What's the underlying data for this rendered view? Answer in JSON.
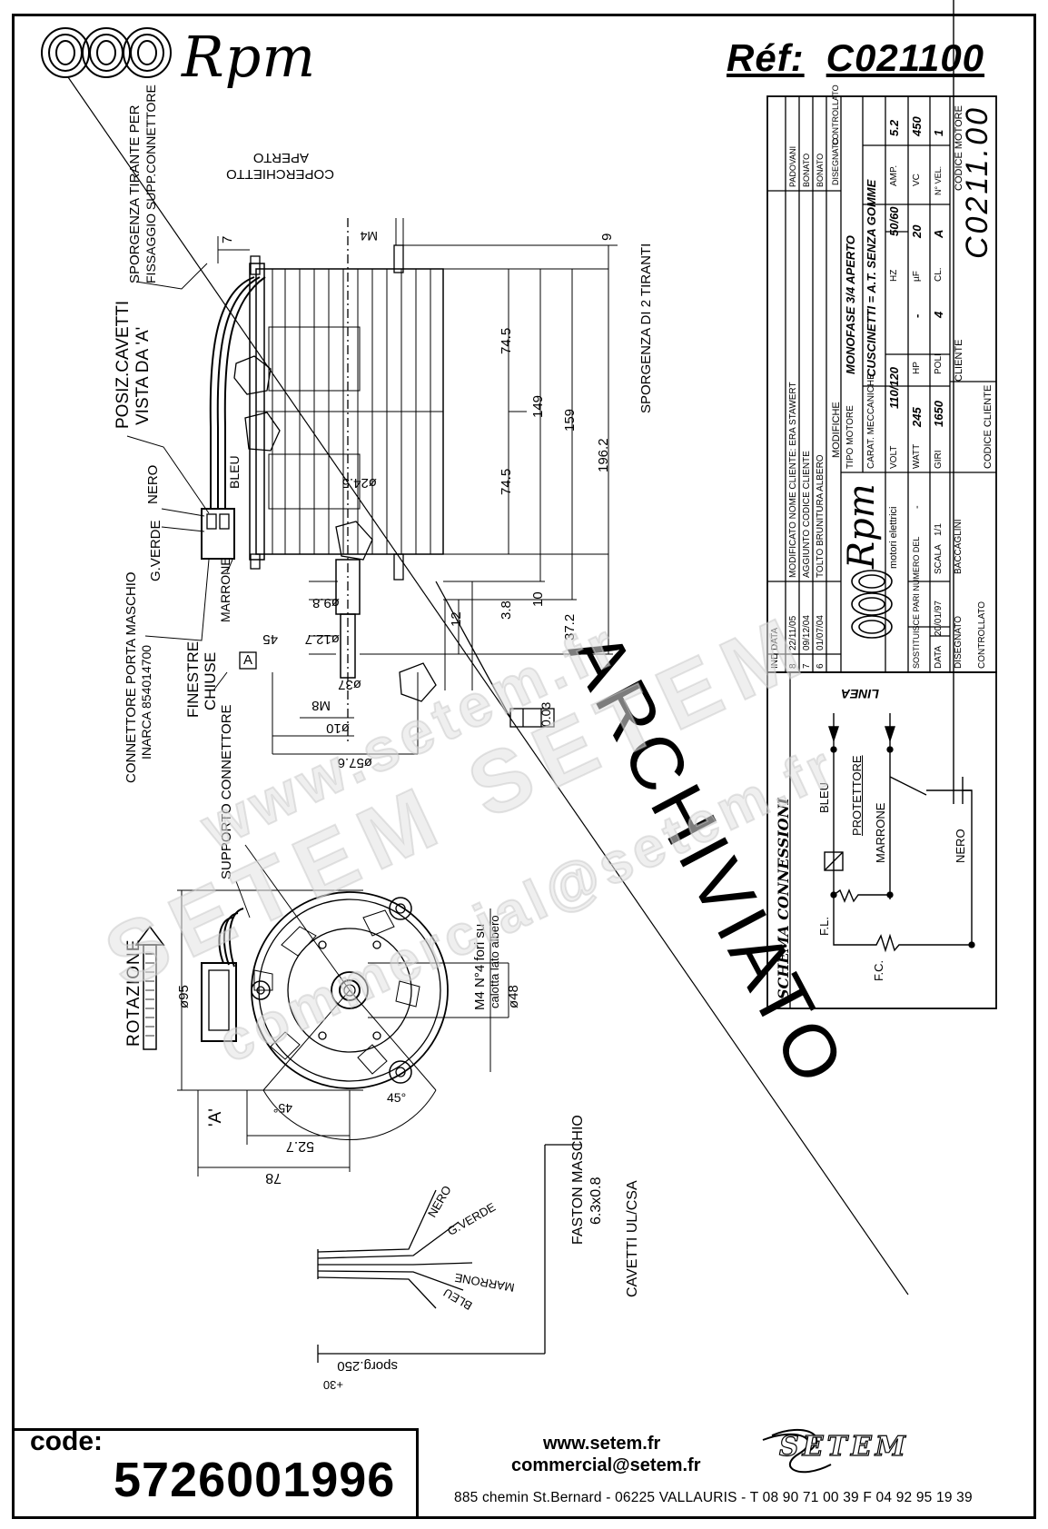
{
  "header": {
    "brand": "Rpm",
    "ref_label": "Réf:",
    "ref_value": "C021100"
  },
  "drawing": {
    "archive_stamp": "ARCHIVIATO",
    "labels": {
      "sporgenza_tirante": "SPORGENZA TIRANTE PER",
      "fissaggio": "FISSAGGIO SUPP.CONNETTORE",
      "posiz_cavetti": "POSIZ.CAVETTI",
      "vista_da": "VISTA DA 'A'",
      "nero": "NERO",
      "g_verde": "G.VERDE",
      "marrone": "MARRONE",
      "bleu": "BLEU",
      "coperchietto": "COPERCHIETTO",
      "aperto": "APERTO",
      "connettore": "CONNETTORE PORTA MASCHIO",
      "inarca": "INARCA 854014700",
      "finestre": "FINESTRE",
      "chiuse": "CHIUSE",
      "supporto": "SUPPORTO CONNETTORE",
      "rotazione": "ROTAZIONE",
      "sporgenza_tiranti": "SPORGENZA DI 2 TIRANTI",
      "m4_fori": "M4 N°4 fori su",
      "calotta": "calotta lato albero",
      "faston": "FASTON MASCHIO",
      "faston_size": "6.3x0.8",
      "cavetti": "CAVETTI UL/CSA",
      "sporg": "sporg.250",
      "sporg_tol": "+30",
      "view_a": "'A'",
      "datum_a": "A",
      "tolerance": "0.03",
      "m4": "M4"
    },
    "dimensions": {
      "d745a": "74.5",
      "d745b": "74.5",
      "d149": "149",
      "d159": "159",
      "d1962": "196.2",
      "d38": "3.8",
      "d10": "10",
      "d372": "37.2",
      "d12": "12",
      "d7": "7",
      "d9": "9",
      "d45": "45",
      "d245": "ø24.5",
      "d98": "ø9.8",
      "d127": "ø12.7",
      "d37": "ø37",
      "d8": "M8",
      "d10s": "ø10",
      "d576": "ø57.6",
      "d95": "ø95",
      "d48": "ø48",
      "d527": "52.7",
      "d78": "78",
      "a45a": "45°",
      "a45b": "45°"
    }
  },
  "title_block": {
    "revisions": [
      {
        "ind": "8",
        "data": "22/11/05",
        "modifiche": "MODIFICATO NOME CLIENTE: ERA STAWERT",
        "disegnato": "PADOVANI"
      },
      {
        "ind": "7",
        "data": "09/12/04",
        "modifiche": "AGGIUNTO CODICE CLIENTE",
        "disegnato": "BONATO"
      },
      {
        "ind": "6",
        "data": "01/07/04",
        "modifiche": "TOLTO BRUNITURA ALBERO",
        "disegnato": "BONATO"
      }
    ],
    "headers": {
      "ind": "IND",
      "data": "DATA",
      "modifiche": "MODIFICHE",
      "disegnato": "DISEGNATO",
      "controllato": "CONTROLLATO"
    },
    "tipo_motore_label": "TIPO MOTORE",
    "tipo_motore": "MONOFASE 3/4 APERTO",
    "carat_label": "CARAT. MECCANICHE",
    "carat": "CUSCINETTI = A.T. SENZA GOMME",
    "specs": [
      {
        "label": "VOLT",
        "value": "110/120",
        "label2": "HZ",
        "value2": "50/60",
        "label3": "AMP.",
        "value3": "5.2"
      },
      {
        "label": "WATT",
        "value": "245",
        "label2": "HP",
        "value2": "-",
        "label3": "µF",
        "value3": "20",
        "label4": "VC",
        "value4": "450"
      },
      {
        "label": "GIRI",
        "value": "1650",
        "label2": "POLI",
        "value2": "4",
        "label3": "CL.",
        "value3": "A",
        "label4": "N° VEL.",
        "value4": "1"
      }
    ],
    "cliente_label": "CLIENTE",
    "codice_cliente_label": "CODICE CLIENTE",
    "codice_motore_label": "CODICE MOTORE",
    "codice_motore": "C0211.00",
    "rpm_brand": "Rpm",
    "rpm_sub": "motori elettrici",
    "sostituisce": "SOSTITUISCE PARI NUMERO DEL",
    "sostituisce_val": "-",
    "data_label": "DATA",
    "data_val": "20/01/97",
    "scala_label": "SCALA",
    "scala_val": "1/1",
    "disegnato_label": "DISEGNATO",
    "disegnato_val": "BACCAGLINI",
    "controllato_label": "CONTROLLATO",
    "schema_title": "SCHEMA CONNESSIONI",
    "schema": {
      "linea": "LINEA",
      "bleu": "BLEU",
      "protettore": "PROTETTORE",
      "marrone": "MARRONE",
      "nero": "NERO",
      "fl": "F.L.",
      "fc": "F.C."
    }
  },
  "watermarks": {
    "w1": "www.setem.fr",
    "w2": "SETEM SETEM",
    "w3": "commercial@setem.fr"
  },
  "footer": {
    "code_label": "code:",
    "code_value": "5726001996",
    "website": "www.setem.fr",
    "email": "commercial@setem.fr",
    "address": "885 chemin St.Bernard  -  06225 VALLAURIS  -  T 08 90 71 00 39   F 04 92 95 19 39",
    "logo": "SETEM"
  }
}
